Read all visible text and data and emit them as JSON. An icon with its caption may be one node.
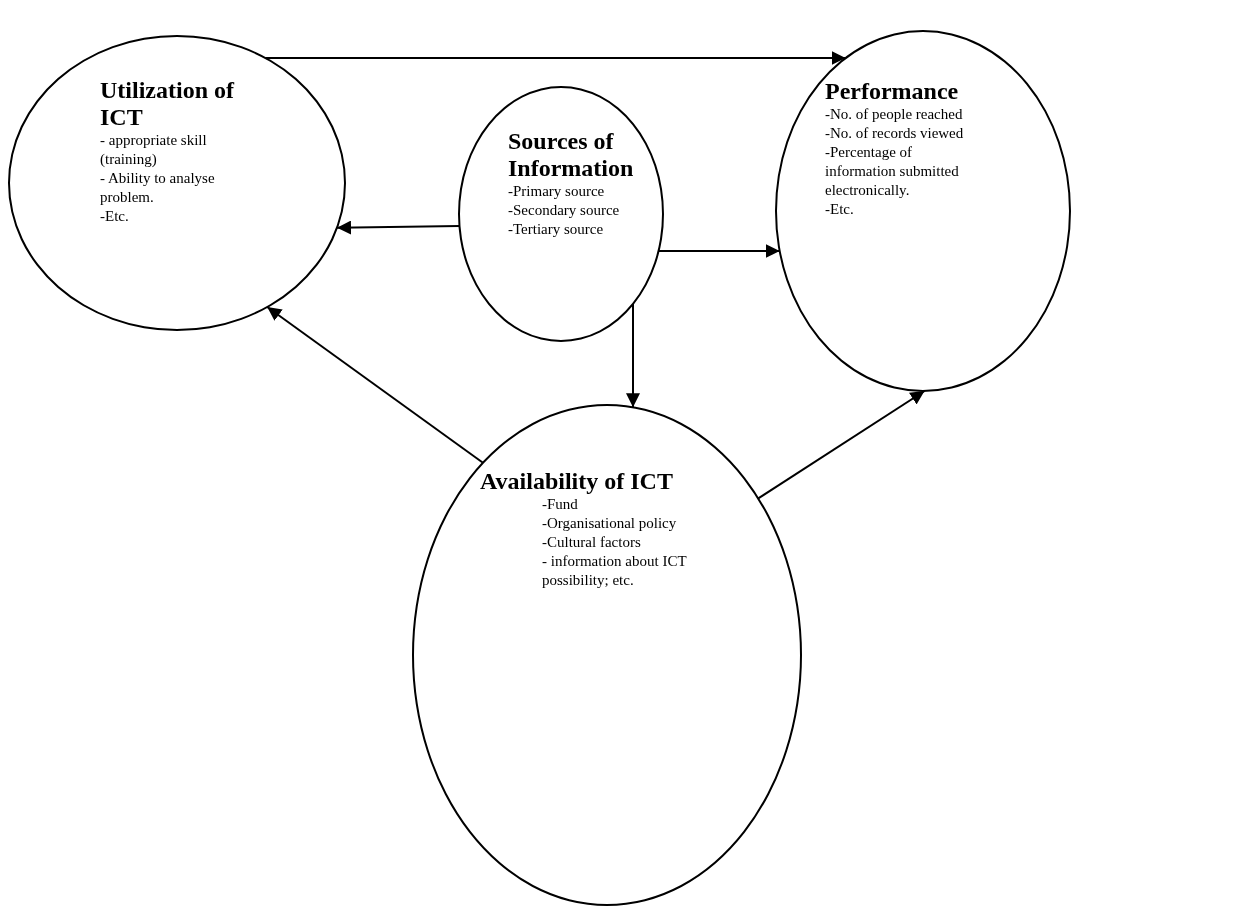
{
  "diagram": {
    "nodes": [
      {
        "text": [
          "Utilization of ICT",
          "- appropriate skill (training)",
          "- Ability to analyse problem.",
          "-Etc."
        ]
      },
      {
        "text": [
          "Performance",
          "-No. of people reached",
          "-No. of records viewed",
          "-Percentage of information submitted electronically.",
          "-Etc."
        ]
      },
      {
        "text": [
          "Sources of Information",
          "-Primary source",
          "-Secondary source",
          "-Tertiary source"
        ]
      },
      {
        "text": [
          "Availability of ICT",
          "-Fund",
          "-Organisational policy",
          "-Cultural factors",
          "- information about ICT possibility; etc."
        ]
      }
    ],
    "edges": [
      {
        "from": 0,
        "to": 1,
        "arrow": "to"
      },
      {
        "from": 2,
        "to": 0,
        "arrow": "to"
      },
      {
        "from": 2,
        "to": 1,
        "arrow": "to"
      },
      {
        "from": 2,
        "to": 3,
        "arrow": "to"
      },
      {
        "from": 3,
        "to": 0,
        "arrow": "to"
      },
      {
        "from": 3,
        "to": 1,
        "arrow": "to"
      }
    ]
  }
}
